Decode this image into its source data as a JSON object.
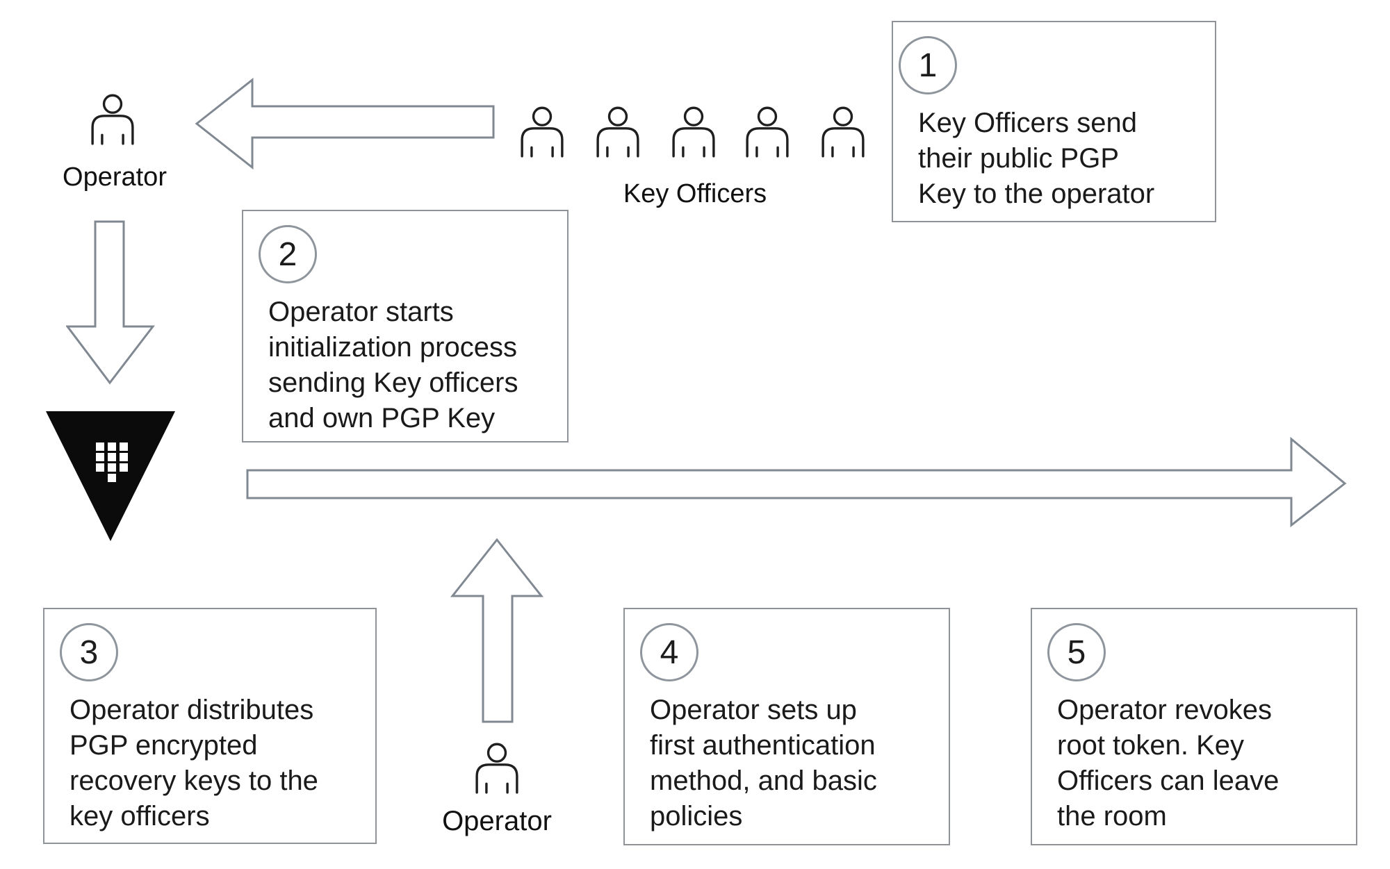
{
  "diagram": {
    "title_implicit": "Vault initialization process",
    "actors": {
      "operator_top": {
        "label": "Operator",
        "icon": "person-icon"
      },
      "key_officers": {
        "label": "Key Officers",
        "icon": "person-icon",
        "count": 5
      },
      "operator_bottom": {
        "label": "Operator",
        "icon": "person-icon"
      }
    },
    "vault": {
      "icon": "vault-triangle-keypad-logo",
      "color": "#0b0b0b"
    },
    "steps": [
      {
        "number": "1",
        "text": "Key Officers send\ntheir public PGP\nKey to the operator"
      },
      {
        "number": "2",
        "text": "Operator starts\ninitialization process\nsending Key officers\nand own PGP Key"
      },
      {
        "number": "3",
        "text": "Operator distributes\nPGP encrypted\nrecovery keys to the\nkey officers"
      },
      {
        "number": "4",
        "text": "Operator sets up\nfirst authentication\nmethod, and basic\npolicies"
      },
      {
        "number": "5",
        "text": "Operator revokes\nroot token. Key\nOfficers can leave\nthe room"
      }
    ],
    "arrows": [
      {
        "name": "key-officers-to-operator",
        "direction": "left"
      },
      {
        "name": "operator-to-vault",
        "direction": "down"
      },
      {
        "name": "vault-timeline",
        "direction": "right"
      },
      {
        "name": "operator-to-timeline",
        "direction": "up"
      }
    ],
    "colors": {
      "background": "#ffffff",
      "box_border": "#8f9296",
      "arrow_outline": "#808892",
      "text": "#1a1a1a",
      "logo": "#0b0b0b"
    }
  }
}
